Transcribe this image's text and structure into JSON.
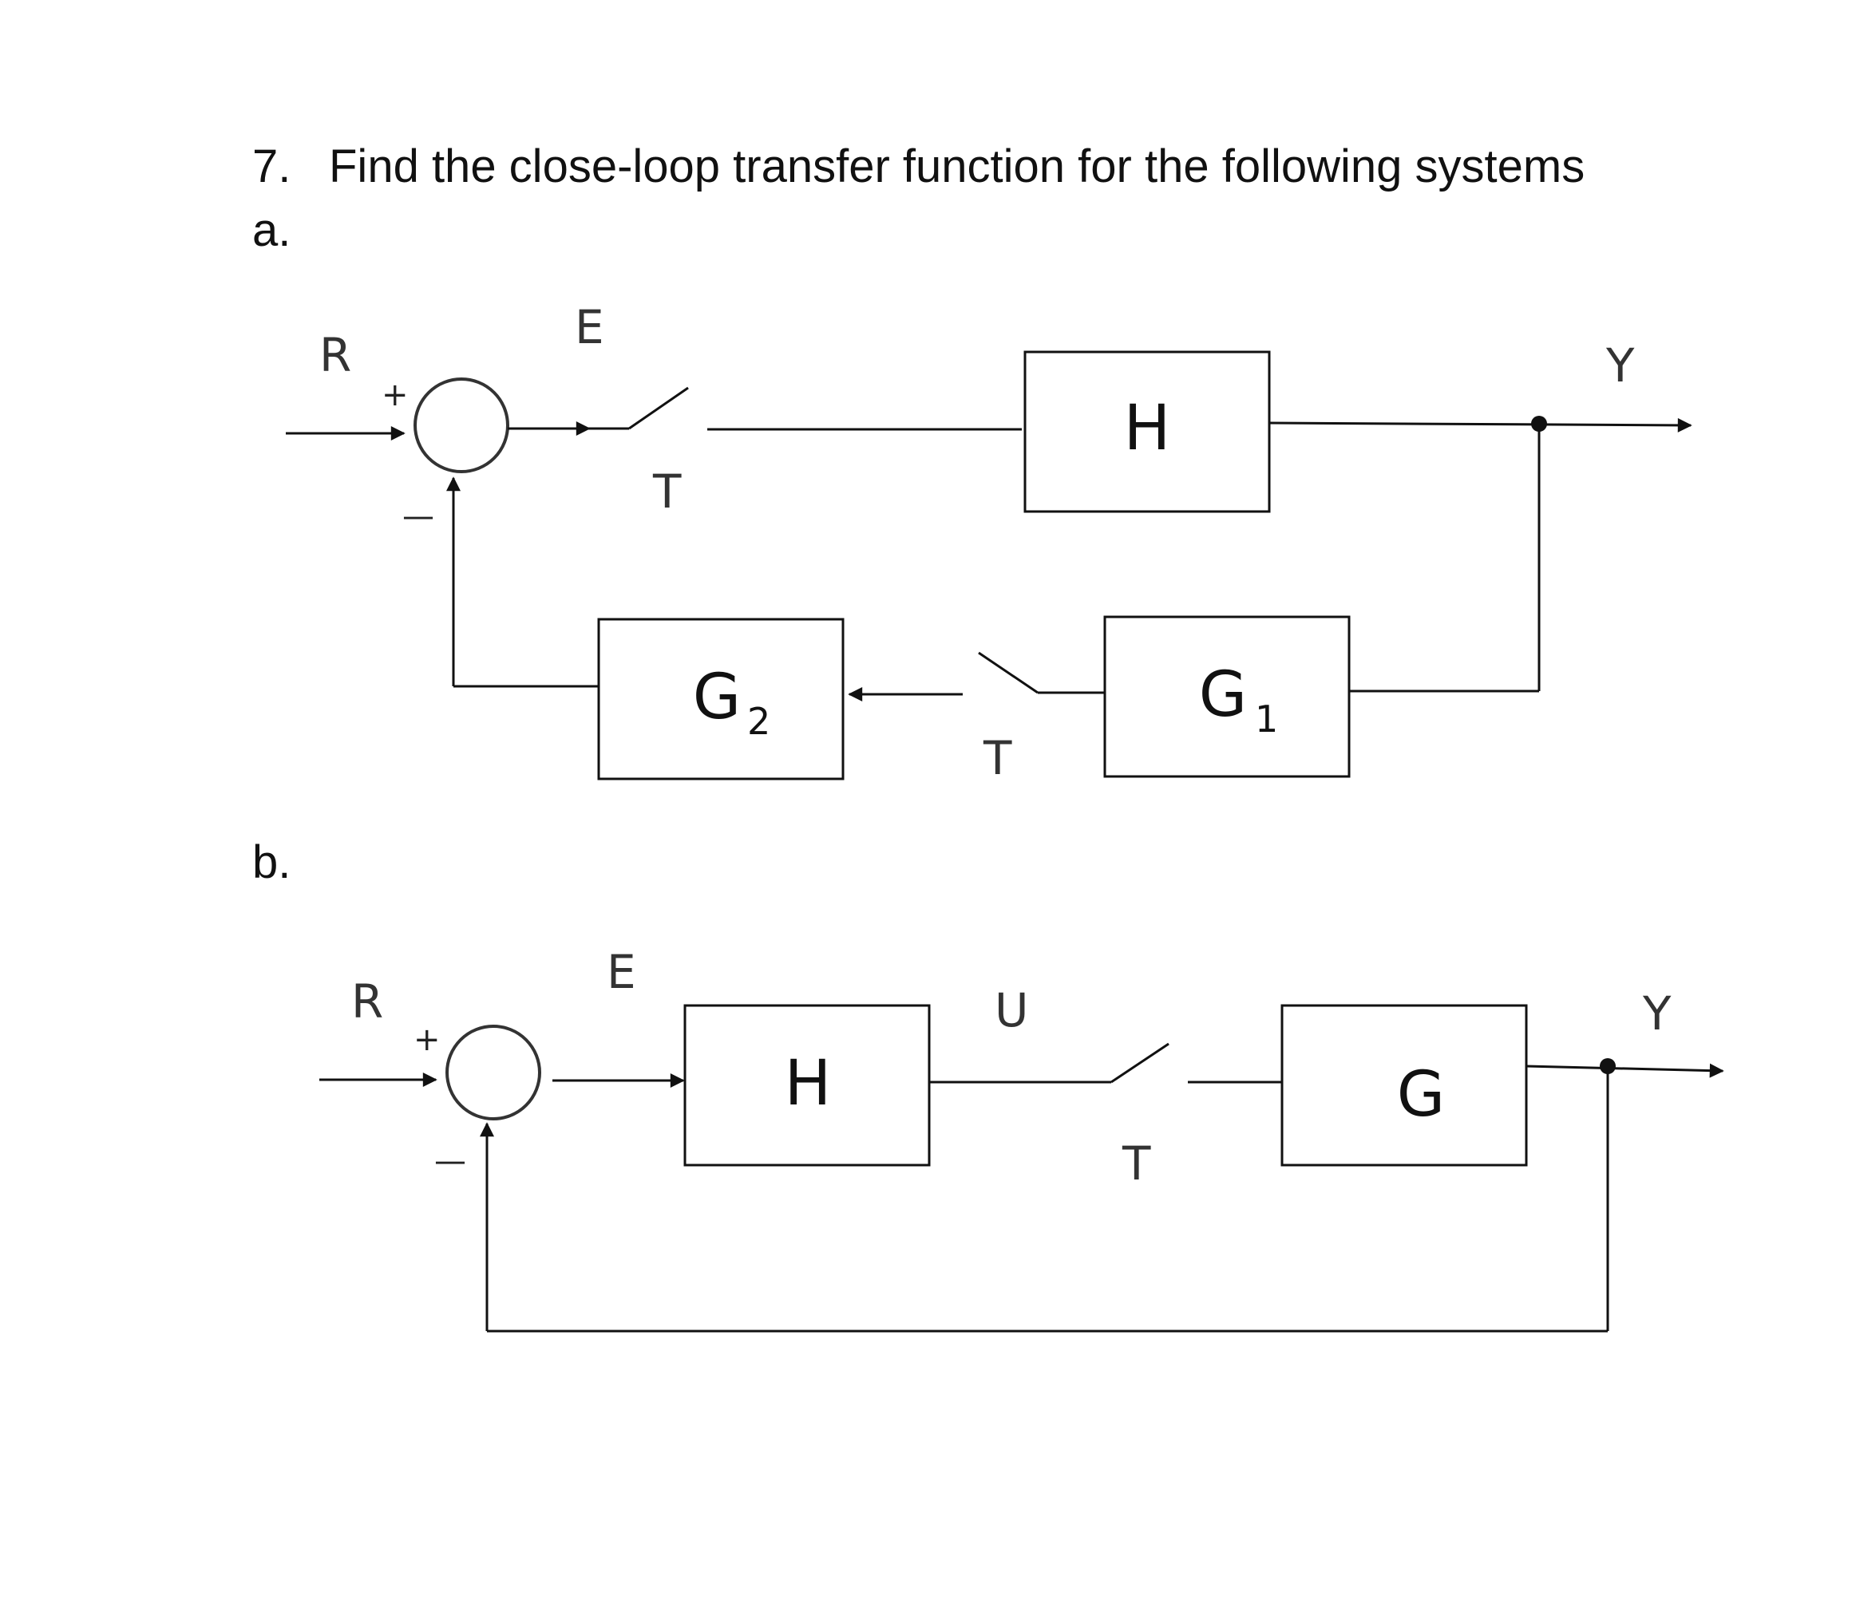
{
  "question": {
    "number": "7.",
    "text": "Find the close-loop transfer function for the following systems"
  },
  "part_a": {
    "label": "a.",
    "input": "R",
    "output": "Y",
    "error": "E",
    "plus": "+",
    "minus": "—",
    "forward_block": "H",
    "feedback_block_1": {
      "name": "G",
      "sub": "1"
    },
    "feedback_block_2": {
      "name": "G",
      "sub": "2"
    },
    "sampler_forward": "T",
    "sampler_feedback": "T"
  },
  "part_b": {
    "label": "b.",
    "input": "R",
    "output": "Y",
    "error": "E",
    "control": "U",
    "plus": "+",
    "minus": "—",
    "block_1": "H",
    "block_2": "G",
    "sampler": "T"
  }
}
